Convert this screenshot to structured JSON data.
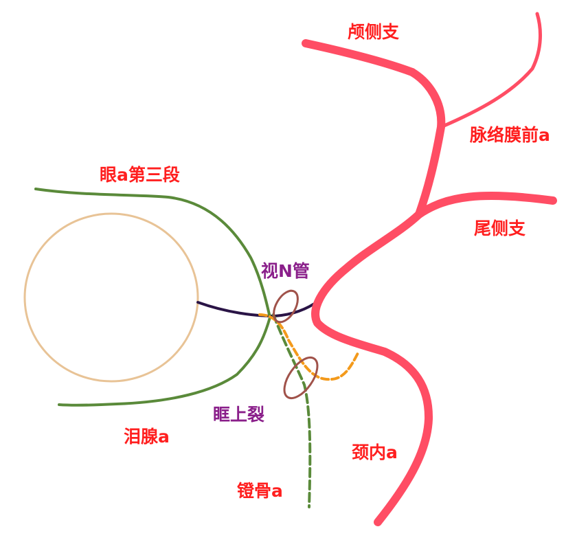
{
  "colors": {
    "artery_red": "#ff4d64",
    "label_red": "#ff1f1f",
    "label_purple": "#8a1f8a",
    "green_vessel": "#5a8a3a",
    "optic_nerve": "#2a1446",
    "orange_vessel": "#f39a1c",
    "foramen_outline": "#a0524a",
    "eye_outline": "#e8c396"
  },
  "labels": {
    "temporal_branch": "颅侧支",
    "anterior_choroidal": "脉络膜前a",
    "ophthalmic_third_segment": "眼a第三段",
    "caudal_branch": "尾侧支",
    "optic_canal": "视N管",
    "superior_orbital_fissure": "眶上裂",
    "lacrimal_artery": "泪腺a",
    "internal_carotid": "颈内a",
    "stapedial_artery": "镫骨a"
  }
}
